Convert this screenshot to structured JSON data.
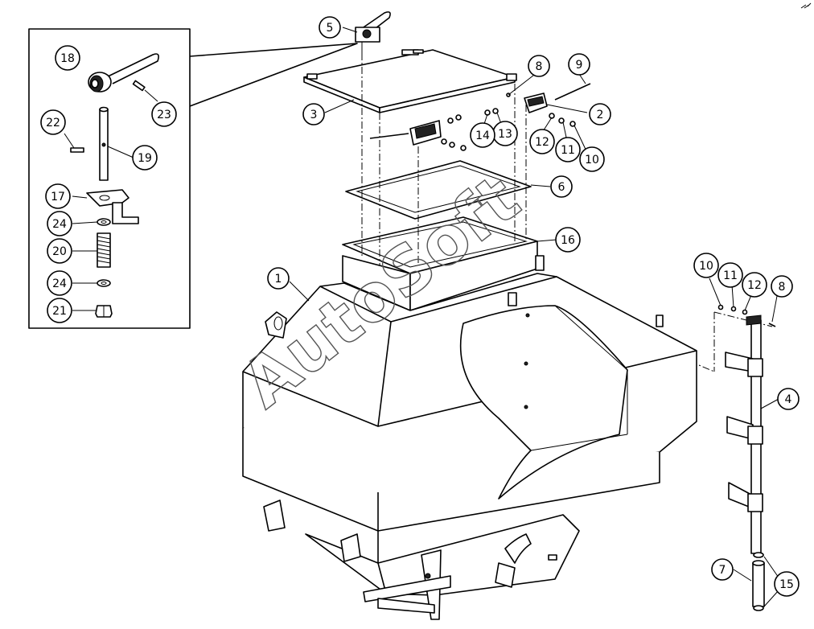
{
  "watermark": "AutoSoft",
  "callouts": [
    {
      "id": "c1",
      "label": "1"
    },
    {
      "id": "c2",
      "label": "2"
    },
    {
      "id": "c3",
      "label": "3"
    },
    {
      "id": "c4",
      "label": "4"
    },
    {
      "id": "c5",
      "label": "5"
    },
    {
      "id": "c6",
      "label": "6"
    },
    {
      "id": "c7",
      "label": "7"
    },
    {
      "id": "c8a",
      "label": "8"
    },
    {
      "id": "c8b",
      "label": "8"
    },
    {
      "id": "c9",
      "label": "9"
    },
    {
      "id": "c10a",
      "label": "10"
    },
    {
      "id": "c10b",
      "label": "10"
    },
    {
      "id": "c11a",
      "label": "11"
    },
    {
      "id": "c11b",
      "label": "11"
    },
    {
      "id": "c12a",
      "label": "12"
    },
    {
      "id": "c12b",
      "label": "12"
    },
    {
      "id": "c13",
      "label": "13"
    },
    {
      "id": "c14",
      "label": "14"
    },
    {
      "id": "c15",
      "label": "15"
    },
    {
      "id": "c16",
      "label": "16"
    },
    {
      "id": "c17",
      "label": "17"
    },
    {
      "id": "c18",
      "label": "18"
    },
    {
      "id": "c19",
      "label": "19"
    },
    {
      "id": "c20",
      "label": "20"
    },
    {
      "id": "c21",
      "label": "21"
    },
    {
      "id": "c22",
      "label": "22"
    },
    {
      "id": "c23",
      "label": "23"
    },
    {
      "id": "c24a",
      "label": "24"
    },
    {
      "id": "c24b",
      "label": "24"
    }
  ]
}
